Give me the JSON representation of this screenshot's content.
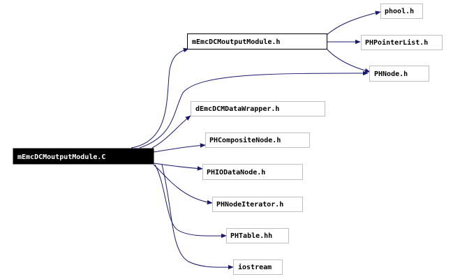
{
  "graph": {
    "root": "mEmcDCMoutputModule.C",
    "nodes": {
      "root": "mEmcDCMoutputModule.C",
      "module_h": "mEmcDCMoutputModule.h",
      "phool": "phool.h",
      "pointerlist": "PHPointerList.h",
      "phnode": "PHNode.h",
      "datawrapper": "dEmcDCMDataWrapper.h",
      "compositenode": "PHCompositeNode.h",
      "iodatanode": "PHIODataNode.h",
      "nodeiterator": "PHNodeIterator.h",
      "phtable": "PHTable.hh",
      "iostream": "iostream"
    },
    "edges": [
      [
        "root",
        "module_h"
      ],
      [
        "root",
        "phnode"
      ],
      [
        "root",
        "datawrapper"
      ],
      [
        "root",
        "compositenode"
      ],
      [
        "root",
        "iodatanode"
      ],
      [
        "root",
        "nodeiterator"
      ],
      [
        "root",
        "phtable"
      ],
      [
        "root",
        "iostream"
      ],
      [
        "module_h",
        "phool"
      ],
      [
        "module_h",
        "pointerlist"
      ],
      [
        "module_h",
        "phnode"
      ]
    ]
  },
  "colors": {
    "root_fill": "#000000",
    "root_text": "#ffffff",
    "node_fill": "#ffffff",
    "node_text": "#000000",
    "module_border": "#000000",
    "node_border": "#c0c0c0",
    "edge": "#191970"
  }
}
